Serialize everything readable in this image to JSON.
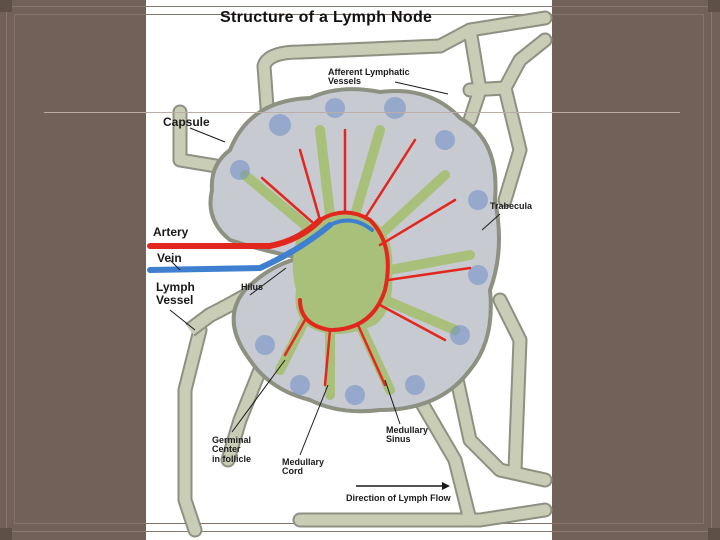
{
  "slide": {
    "background": "#726158",
    "panel_color": "#ffffff"
  },
  "diagram": {
    "title": "Structure of a Lymph Node",
    "labels": {
      "afferent": "Afferent Lymphatic\nVessels",
      "capsule": "Capsule",
      "trabecula": "Trabecula",
      "artery": "Artery",
      "vein": "Vein",
      "lymph_vessel": "Lymph\nVessel",
      "hilus": "Hilus",
      "germinal": "Germinal\nCenter\nin follicle",
      "medullary_cord": "Medullary\nCord",
      "medullary_sinus": "Medullary\nSinus",
      "flow": "Direction of Lymph Flow"
    },
    "colors": {
      "vessel": "#c9cdb6",
      "vessel_outline": "#8d9181",
      "cortex": "#c7cad0",
      "medulla": "#a9c07a",
      "artery": "#e2281e",
      "vein": "#3f7fd0",
      "follicle": "#6f8ec7"
    }
  }
}
